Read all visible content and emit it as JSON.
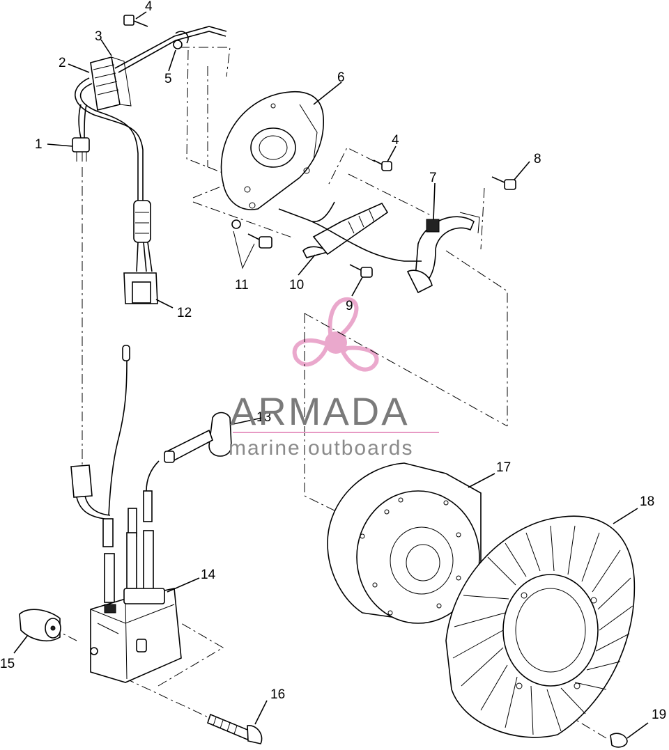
{
  "watermark": {
    "title": "ARMADA",
    "subtitle": "marine outboards",
    "accent_color": "#e79ac4",
    "logo_icon": "propeller-logo-icon"
  },
  "callouts": {
    "p1": "1",
    "p2": "2",
    "p3": "3",
    "p4a": "4",
    "p4b": "4",
    "p5": "5",
    "p6": "6",
    "p7": "7",
    "p8": "8",
    "p9": "9",
    "p10": "10",
    "p11": "11",
    "p12": "12",
    "p13": "13",
    "p14": "14",
    "p15": "15",
    "p16": "16",
    "p17": "17",
    "p18": "18",
    "p19": "19"
  }
}
